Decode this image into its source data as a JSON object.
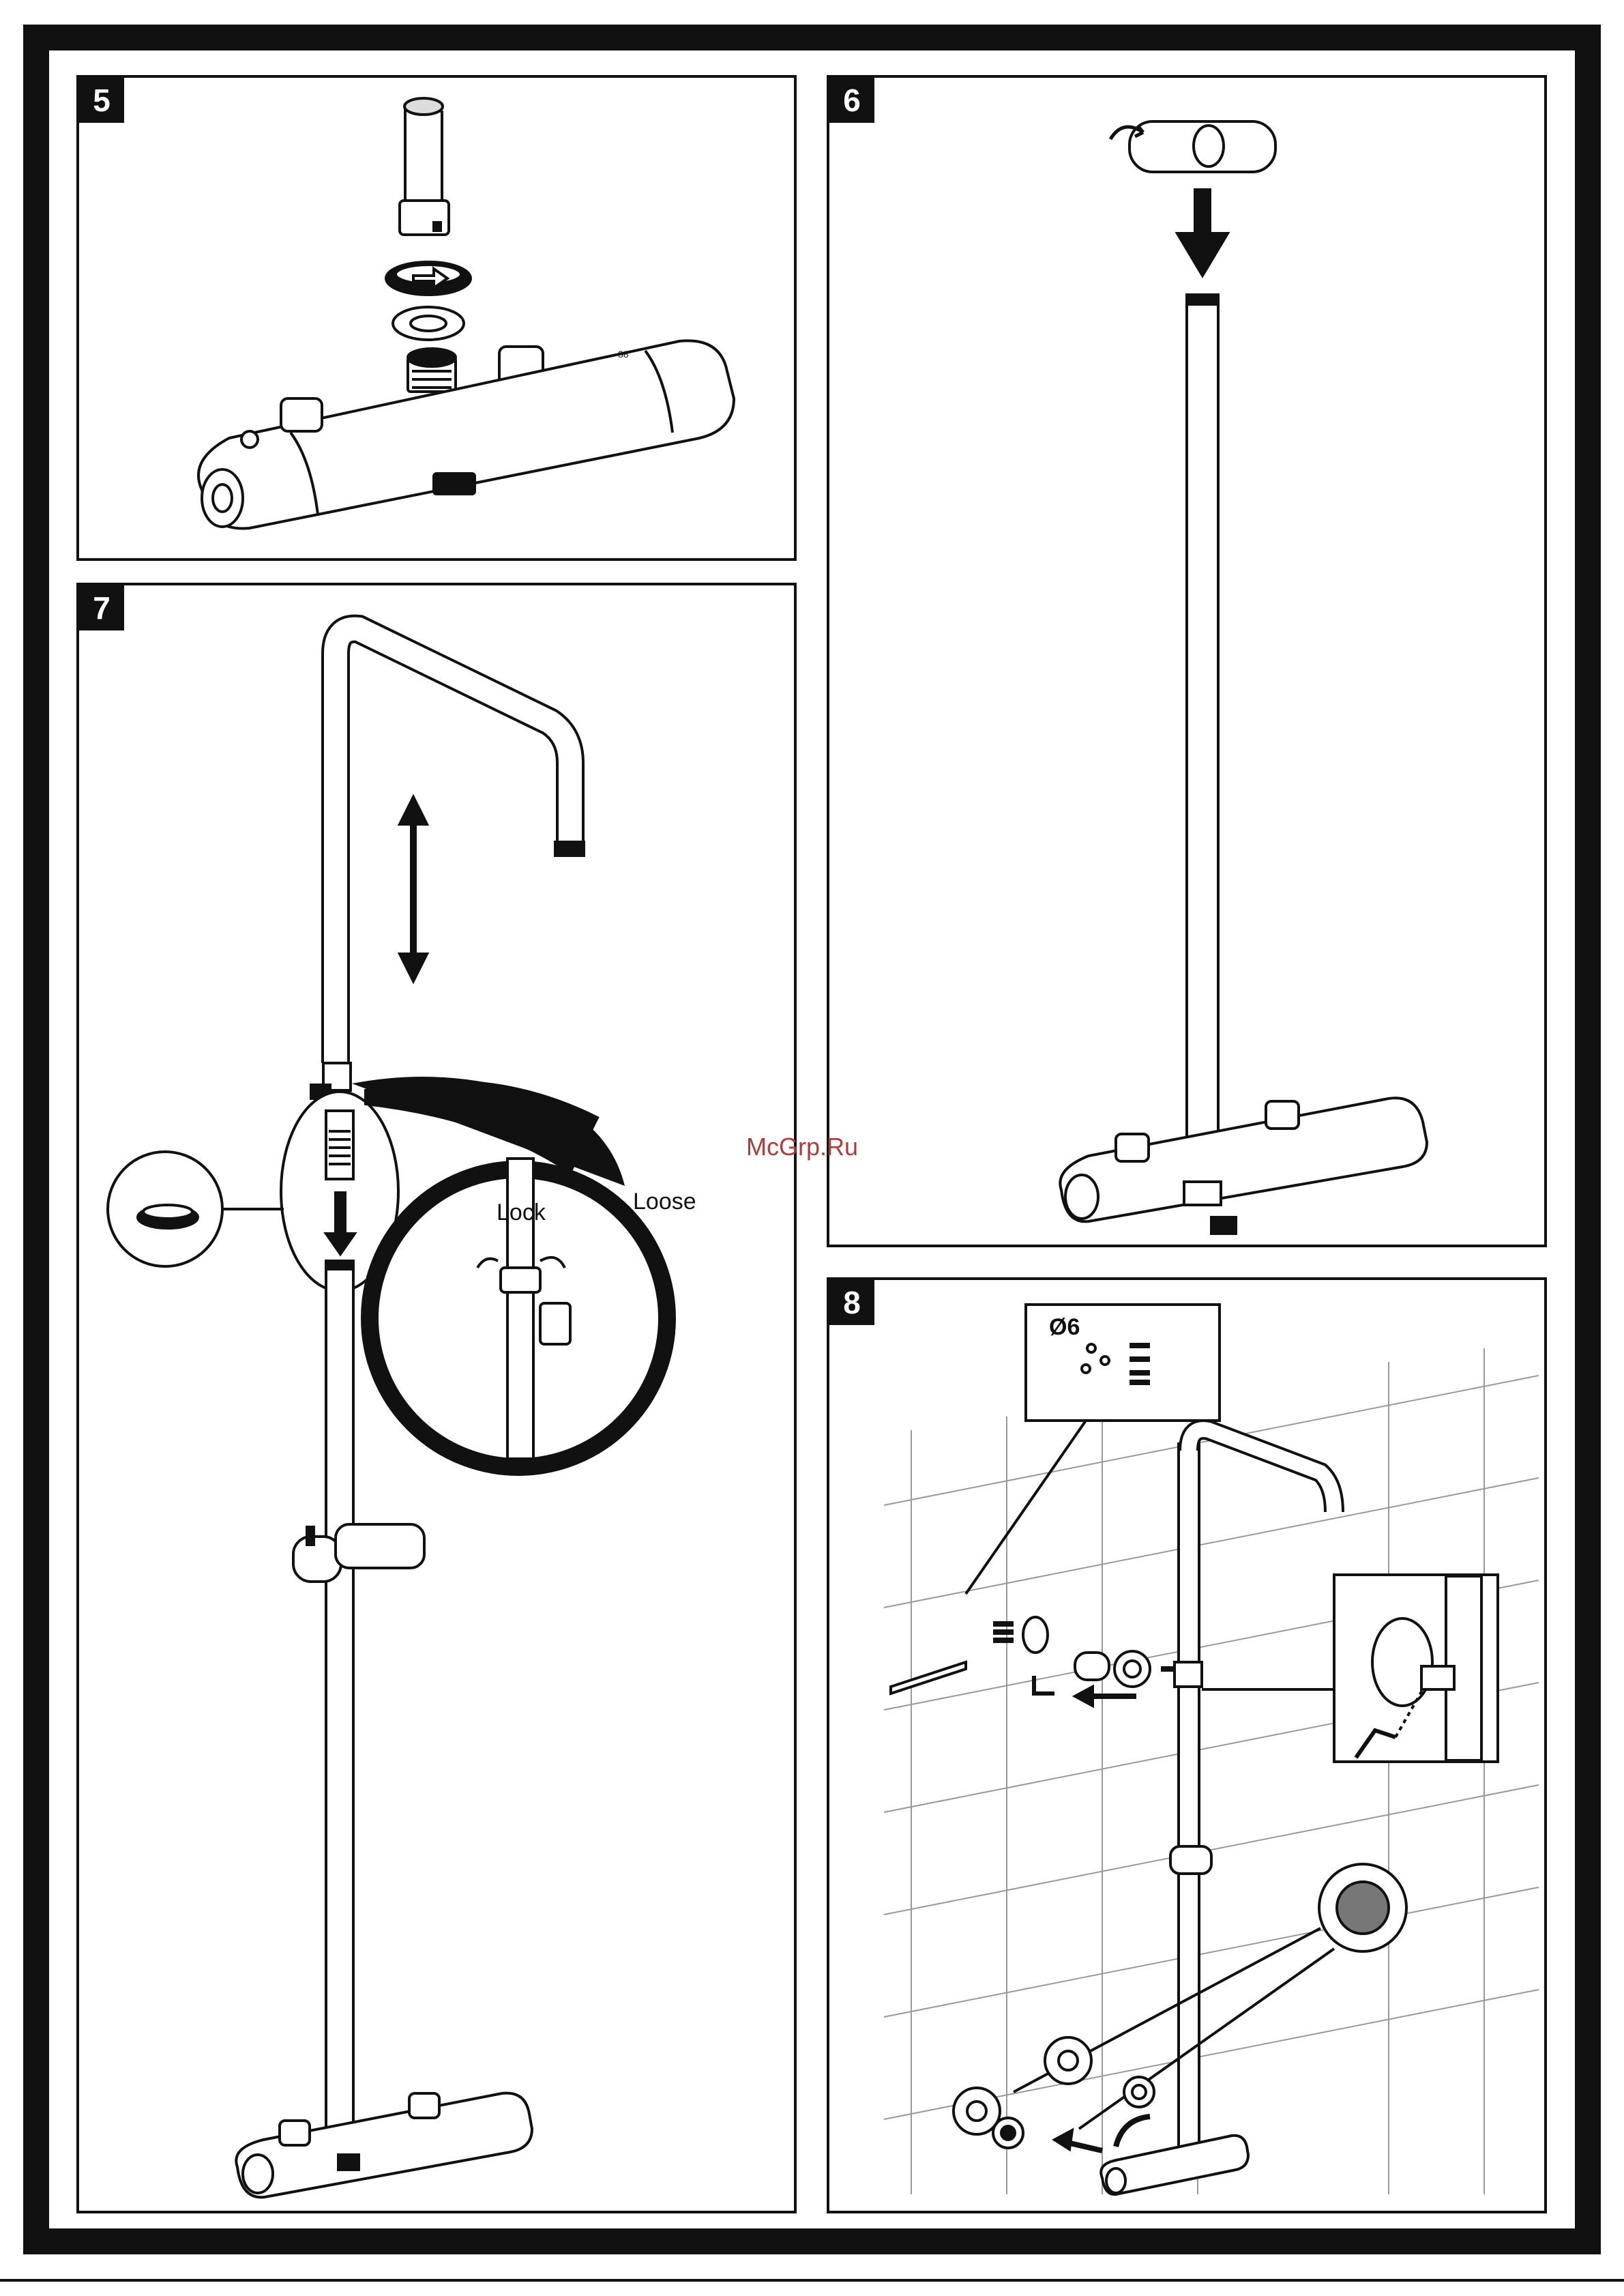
{
  "panels": {
    "p5": {
      "step": "5"
    },
    "p6": {
      "step": "6"
    },
    "p7": {
      "step": "7",
      "lock_label": "Lock",
      "loose_label": "Loose"
    },
    "p8": {
      "step": "8",
      "drill_size": "Ø6"
    }
  },
  "watermark": "McGrp.Ru",
  "colors": {
    "ink": "#111111",
    "paper": "#ffffff",
    "watermark": "#b43a3a"
  }
}
